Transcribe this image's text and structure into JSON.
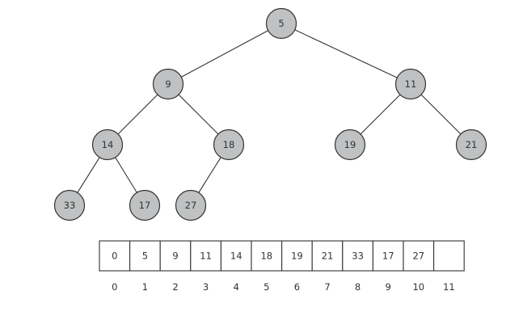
{
  "heap": {
    "nodes": [
      {
        "id": "n5",
        "label": "5"
      },
      {
        "id": "n9",
        "label": "9"
      },
      {
        "id": "n11",
        "label": "11"
      },
      {
        "id": "n14",
        "label": "14"
      },
      {
        "id": "n18",
        "label": "18"
      },
      {
        "id": "n19",
        "label": "19"
      },
      {
        "id": "n21",
        "label": "21"
      },
      {
        "id": "n33",
        "label": "33"
      },
      {
        "id": "n17",
        "label": "17"
      },
      {
        "id": "n27",
        "label": "27"
      }
    ],
    "edges": [
      {
        "from": "n5",
        "to": "n9"
      },
      {
        "from": "n5",
        "to": "n11"
      },
      {
        "from": "n9",
        "to": "n14"
      },
      {
        "from": "n9",
        "to": "n18"
      },
      {
        "from": "n11",
        "to": "n19"
      },
      {
        "from": "n11",
        "to": "n21"
      },
      {
        "from": "n14",
        "to": "n33"
      },
      {
        "from": "n14",
        "to": "n17"
      },
      {
        "from": "n18",
        "to": "n27"
      }
    ]
  },
  "array": {
    "cells": [
      "0",
      "5",
      "9",
      "11",
      "14",
      "18",
      "19",
      "21",
      "33",
      "17",
      "27",
      ""
    ],
    "indices": [
      "0",
      "1",
      "2",
      "3",
      "4",
      "5",
      "6",
      "7",
      "8",
      "9",
      "10",
      "11"
    ]
  },
  "colors": {
    "node_fill": "#bfc1c2",
    "stroke": "#333333",
    "cell_fill": "#ffffff"
  }
}
